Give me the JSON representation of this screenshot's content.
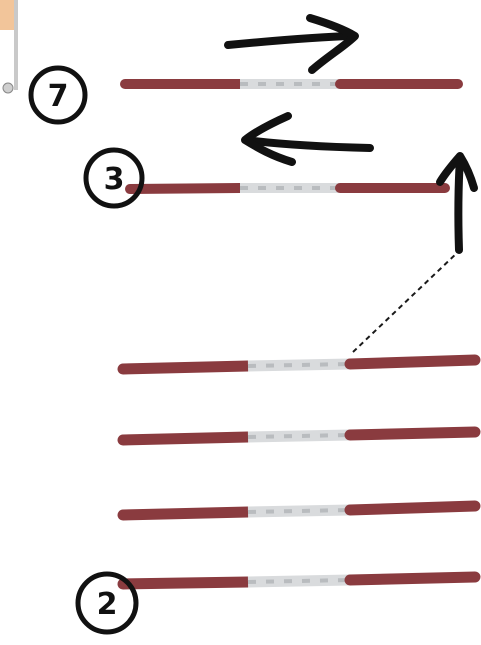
{
  "labels": {
    "level_top": "7",
    "level_middle": "3",
    "level_bottom": "2"
  },
  "colors": {
    "rail": "#8a3b3f",
    "connector": "#d9dbdd",
    "connector_dash": "#b9bcbf",
    "ink": "#111111",
    "dashed_line": "#1a1a1a"
  },
  "icons": {
    "arrow_right": "arrow-right-icon",
    "arrow_left": "arrow-left-icon",
    "arrow_up": "arrow-up-icon"
  }
}
